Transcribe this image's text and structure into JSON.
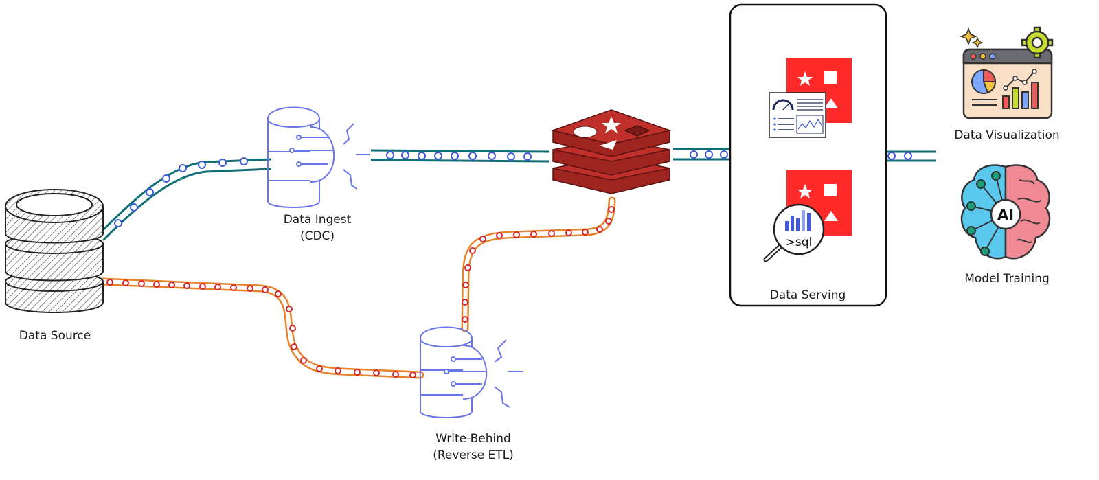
{
  "labels": {
    "data_source": "Data Source",
    "data_ingest_line1": "Data Ingest",
    "data_ingest_line2": "(CDC)",
    "write_behind_line1": "Write-Behind",
    "write_behind_line2": "(Reverse ETL)",
    "data_serving": "Data Serving",
    "data_visualization": "Data Visualization",
    "model_training": "Model Training",
    "sql_icon_text": ">sql",
    "ai_icon_text": "AI"
  },
  "colors": {
    "ingest_pipe": "#0f6e76",
    "ingest_dot": "#3f5bd9",
    "writeback_pipe": "#e7832a",
    "writeback_dot": "#d32b2b",
    "cache_red": "#c0302b",
    "brand_red": "#ff2a2a",
    "connector_blue": "#6874e8",
    "brain_left": "#5bc8ee",
    "brain_right": "#f08a94",
    "node_green": "#1f9e7a"
  },
  "icons": {
    "data_source": "database-icon",
    "data_ingest": "data-connector-icon",
    "write_behind": "data-connector-icon",
    "cache": "redis-cache-icon",
    "data_visualization": "dashboard-icon",
    "model_training": "ai-brain-icon"
  }
}
